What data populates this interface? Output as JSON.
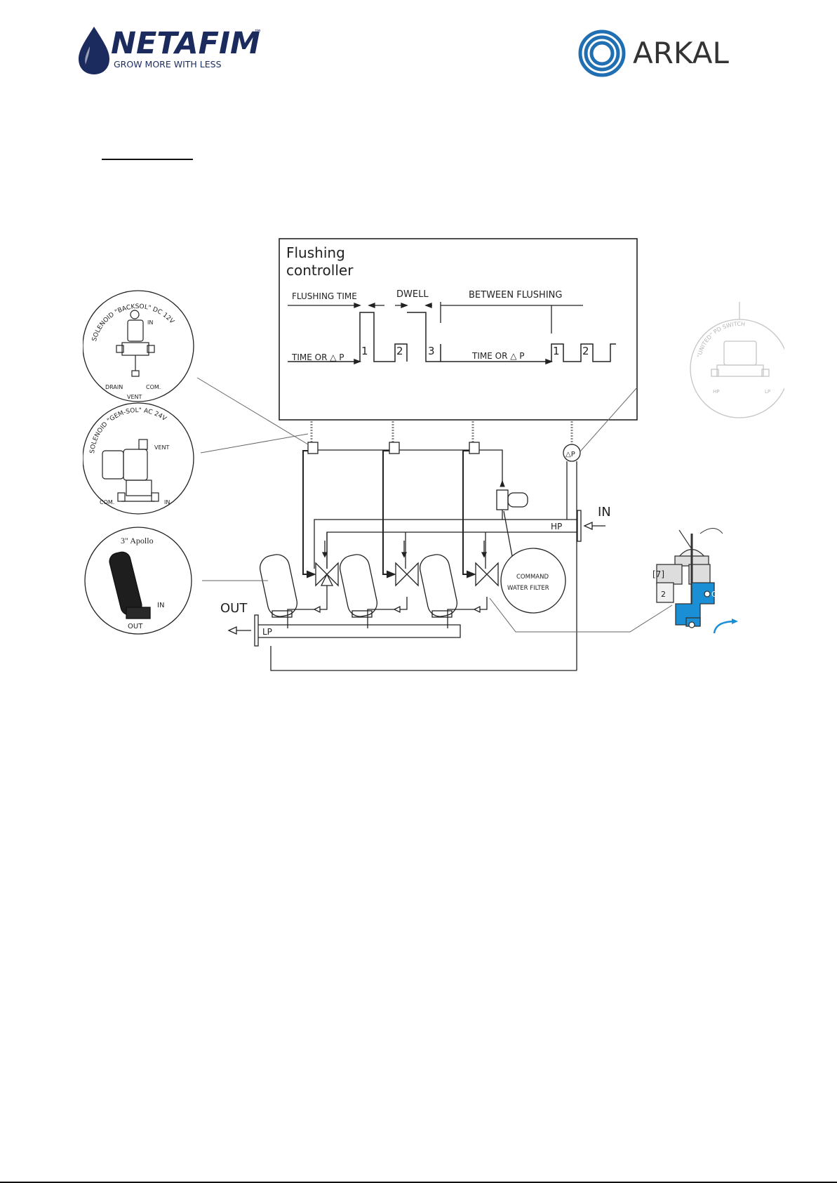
{
  "header": {
    "netafim": {
      "brand": "NETAFIM",
      "tm": "™",
      "tagline": "GROW MORE WITH LESS"
    },
    "arkal": {
      "brand": "ARKAL",
      "color": "#1f6fb2"
    }
  },
  "diagram": {
    "controller": {
      "title_line1": "Flushing",
      "title_line2": "controller",
      "flushing_time": "FLUSHING TIME",
      "dwell": "DWELL",
      "between_flushing": "BETWEEN FLUSHING",
      "time_or_dp_1": "TIME OR △ P",
      "time_or_dp_2": "TIME OR △ P",
      "pulse_labels": [
        "1",
        "2",
        "3",
        "1",
        "2"
      ]
    },
    "backsol": {
      "caption": "SOLENOID \"BACKSOL\" DC 12V",
      "in": "IN",
      "drain": "DRAIN",
      "com": "COM.",
      "vent": "VENT"
    },
    "gemsol": {
      "caption": "SOLENOID \"GEM-SOL\" AC 24V",
      "vent": "VENT",
      "com": "COM.",
      "in": "IN"
    },
    "apollo": {
      "title": "3\" Apollo",
      "in": "IN",
      "out": "OUT"
    },
    "pd_switch": {
      "caption": "\"UNITED\" PD SWITCH",
      "hp": "HP",
      "lp": "LP"
    },
    "dp_symbol": "△P",
    "command_filter": {
      "line1": "COMMAND",
      "line2": "WATER FILTER"
    },
    "hp_label": "HP",
    "lp_label": "LP",
    "in_label": "IN",
    "out_label": "OUT",
    "valve_detail": {
      "ref": "[7]",
      "port2": "2",
      "portC": "C"
    },
    "colors": {
      "water_blue": "#1a8fd6",
      "line": "#222222"
    }
  }
}
